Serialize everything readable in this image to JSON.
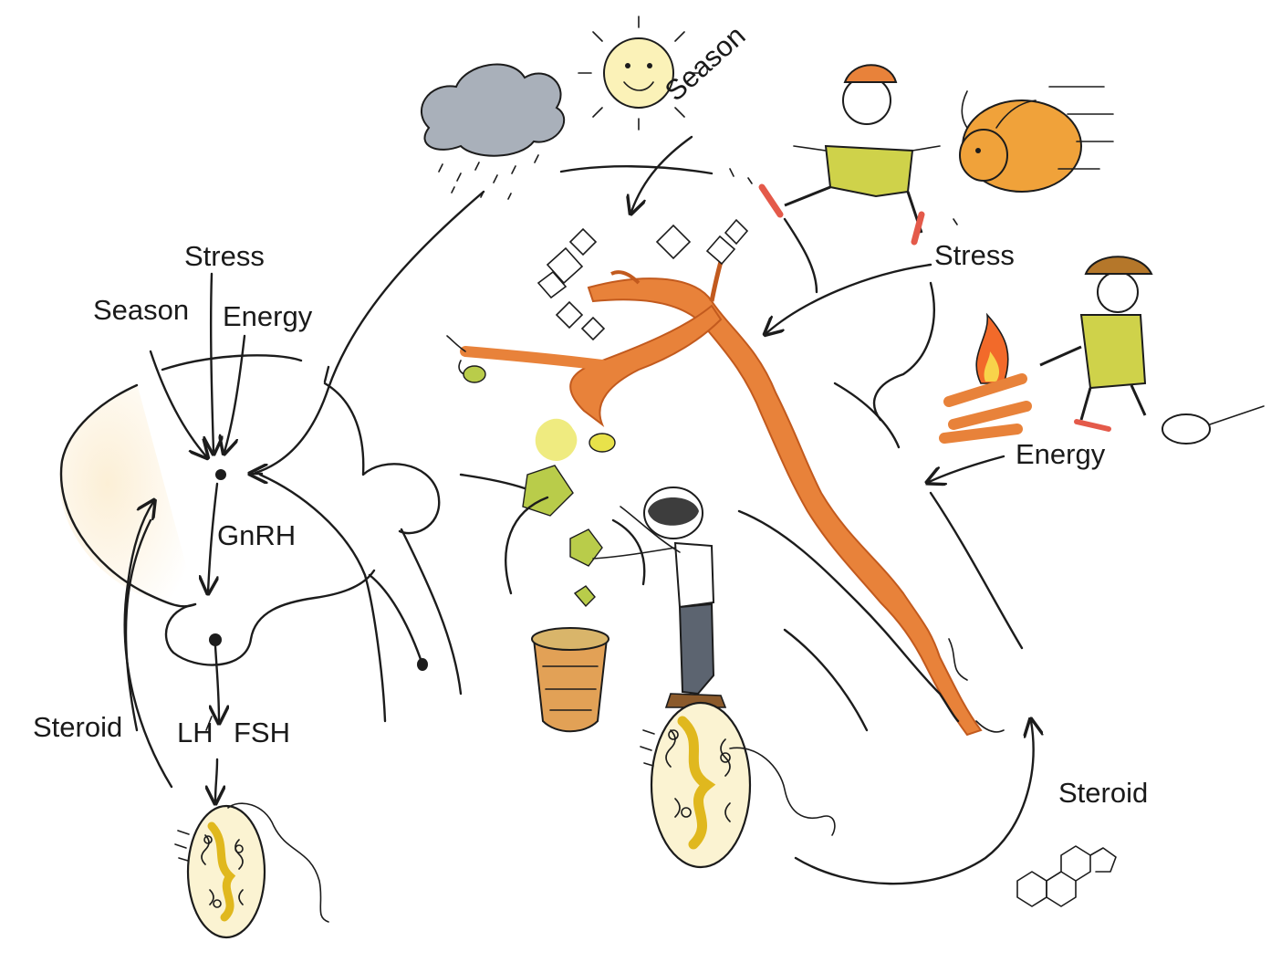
{
  "labels": {
    "left_stress": "Stress",
    "left_season": "Season",
    "left_energy": "Energy",
    "gnrh": "GnRH",
    "lh": "LH",
    "fsh": "FSH",
    "left_steroid": "Steroid",
    "top_season": "Season",
    "right_stress": "Stress",
    "right_energy": "Energy",
    "right_steroid": "Steroid"
  },
  "colors": {
    "ink": "#1c1c1c",
    "tree": "#e8823a",
    "tree_dark": "#c25a1e",
    "leaf_yellow": "#e8e24a",
    "leaf_green": "#b9cc4a",
    "cloud": "#a9b0ba",
    "bull": "#f0a23a",
    "fire": "#f26a2a",
    "pot": "#e2a156",
    "brain_fill": "#fdf6ea"
  }
}
